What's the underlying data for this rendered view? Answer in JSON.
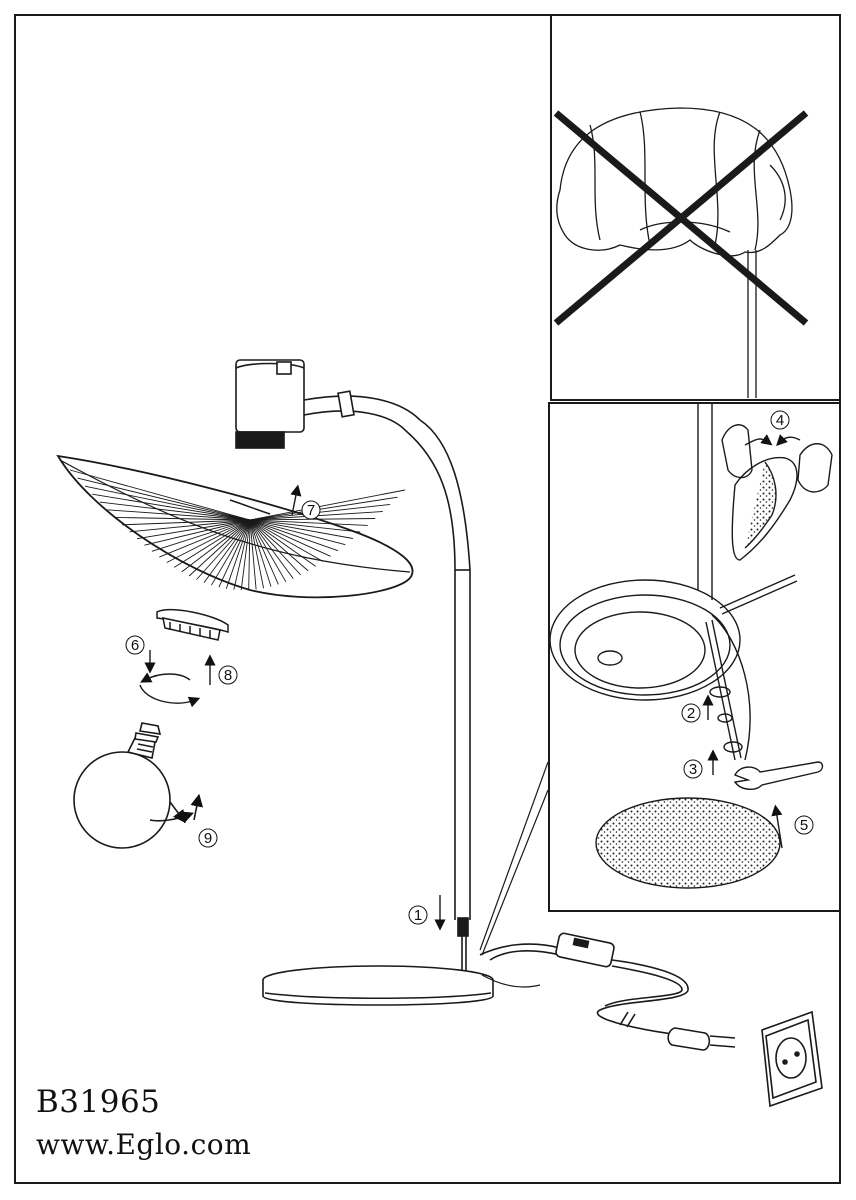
{
  "document": {
    "model_code": "B31965",
    "website": "www.Eglo.com"
  },
  "steps": [
    {
      "id": "step-1",
      "label": "1"
    },
    {
      "id": "step-2",
      "label": "2"
    },
    {
      "id": "step-3",
      "label": "3"
    },
    {
      "id": "step-4",
      "label": "4"
    },
    {
      "id": "step-5",
      "label": "5"
    },
    {
      "id": "step-6",
      "label": "6"
    },
    {
      "id": "step-7",
      "label": "7"
    },
    {
      "id": "step-8",
      "label": "8"
    },
    {
      "id": "step-9",
      "label": "9"
    }
  ],
  "icons": {
    "warning": "no-cover-cross-icon",
    "plug": "plug-icon",
    "socket": "wall-socket-icon",
    "bulb": "light-bulb-icon",
    "lamp": "desk-lamp-illustration"
  },
  "colors": {
    "line": "#1a1a1a",
    "background": "#ffffff"
  }
}
